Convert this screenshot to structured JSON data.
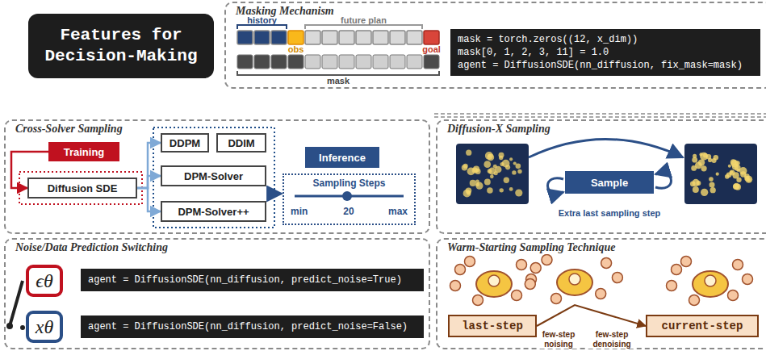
{
  "diagram": {
    "nodes": [
      {
        "text": [
          "Features for Decision-Making"
        ]
      },
      {
        "text": [
          "Masking Mechanism"
        ]
      },
      {
        "text": [
          "mask = torch.zeros((12, x_dim))",
          "mask[0, 1, 2, 3, 11] = 1.0",
          "agent = DiffusionSDE(nn_diffusion, fix_mask=mask)"
        ],
        "in": 1
      },
      {
        "text": [
          "Cross-Solver Sampling"
        ]
      },
      {
        "text": [
          "Training"
        ],
        "in": 3
      },
      {
        "text": [
          "Diffusion SDE"
        ],
        "in": 3
      },
      {
        "text": [
          "DDPM"
        ],
        "in": 3
      },
      {
        "text": [
          "DDIM"
        ],
        "in": 3
      },
      {
        "text": [
          "DPM-Solver"
        ],
        "in": 3
      },
      {
        "text": [
          "DPM-Solver++"
        ],
        "in": 3
      },
      {
        "text": [
          "Inference"
        ],
        "in": 3
      },
      {
        "text": [
          "Sampling Steps",
          "min",
          "20",
          "max"
        ],
        "in": 3
      },
      {
        "text": [
          "Diffusion-X Sampling"
        ]
      },
      {
        "text": [
          "Sample"
        ],
        "in": 12
      },
      {
        "text": [
          "Noise/Data Prediction Switching"
        ]
      },
      {
        "text": [
          "ϵθ"
        ],
        "in": 14
      },
      {
        "text": [
          "agent = DiffusionSDE(nn_diffusion, predict_noise=True)"
        ],
        "in": 14
      },
      {
        "text": [
          "xθ"
        ],
        "in": 14
      },
      {
        "text": [
          "agent = DiffusionSDE(nn_diffusion, predict_noise=False)"
        ],
        "in": 14
      },
      {
        "text": [
          "Warm-Starting Sampling Technique"
        ]
      },
      {
        "text": [
          "last-step"
        ],
        "in": 19
      },
      {
        "text": [
          "current-step"
        ],
        "in": 19
      }
    ],
    "edges": [
      {
        "from": 4,
        "to": 5,
        "arrow": "to"
      },
      {
        "from": 5,
        "to": 6,
        "arrow": "to"
      },
      {
        "from": 5,
        "to": 8,
        "arrow": "to"
      },
      {
        "from": 5,
        "to": 9,
        "arrow": "to"
      },
      {
        "from": 20,
        "to": 21,
        "arrow": "to"
      }
    ],
    "labels": [
      "history",
      "future plan",
      "obs",
      "goal",
      "mask",
      "Extra last sampling step",
      "few-step noising",
      "few-step denoising"
    ]
  }
}
